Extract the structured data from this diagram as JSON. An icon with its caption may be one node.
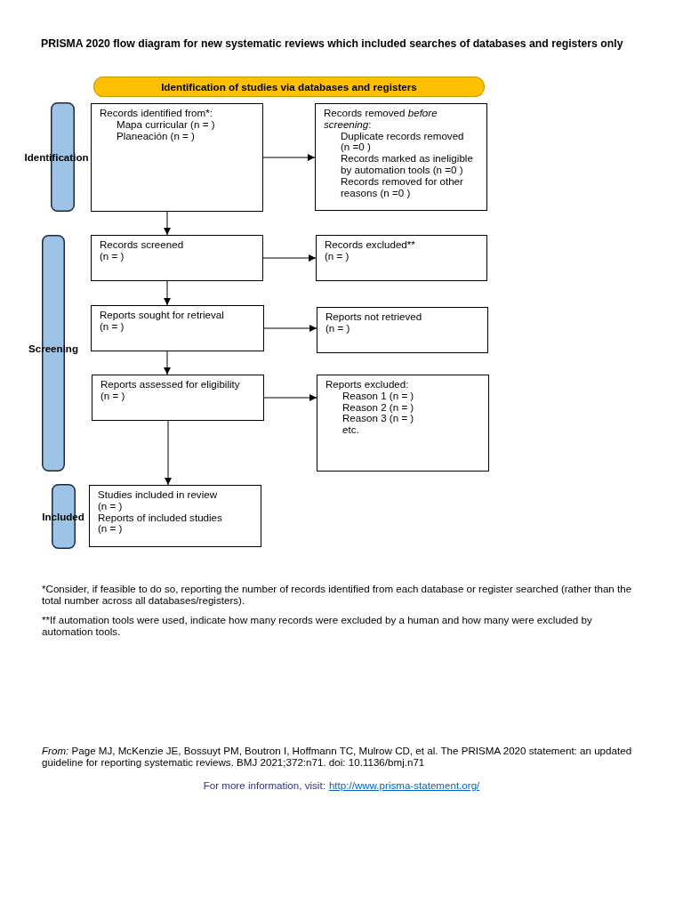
{
  "diagram": {
    "title": "PRISMA 2020 flow diagram for new systematic reviews which included searches of databases and registers only",
    "nodes": [
      {
        "text": [
          "Identification of studies via databases and registers"
        ]
      },
      {
        "text": [
          "Identification"
        ]
      },
      {
        "text": [
          "Records identified from*:",
          "Mapa curricular (n = )",
          "Planeación (n = )"
        ]
      },
      {
        "text": [
          "Records removed *before screening*:",
          "Duplicate records removed (n =0 )",
          "Records marked as ineligible by automation tools (n =0 )",
          "Records removed for other reasons (n =0 )"
        ]
      },
      {
        "text": [
          "Screening"
        ]
      },
      {
        "text": [
          "Records screened",
          "(n = )"
        ]
      },
      {
        "text": [
          "Records excluded**",
          "(n = )"
        ]
      },
      {
        "text": [
          "Reports sought for retrieval",
          "(n = )"
        ]
      },
      {
        "text": [
          "Reports not retrieved",
          "(n = )"
        ]
      },
      {
        "text": [
          "Reports assessed for eligibility",
          "(n = )"
        ]
      },
      {
        "text": [
          "Reports excluded:",
          "Reason 1 (n = )",
          "Reason 2 (n = )",
          "Reason 3 (n = )",
          "etc."
        ]
      },
      {
        "text": [
          "Included"
        ]
      },
      {
        "text": [
          "Studies included in review",
          "(n = )",
          "Reports of included studies",
          "(n = )"
        ]
      }
    ],
    "edges": [
      {
        "from": 2,
        "to": 3,
        "arrow": "to"
      },
      {
        "from": 2,
        "to": 5,
        "arrow": "to"
      },
      {
        "from": 5,
        "to": 6,
        "arrow": "to"
      },
      {
        "from": 5,
        "to": 7,
        "arrow": "to"
      },
      {
        "from": 7,
        "to": 8,
        "arrow": "to"
      },
      {
        "from": 7,
        "to": 9,
        "arrow": "to"
      },
      {
        "from": 9,
        "to": 10,
        "arrow": "to"
      },
      {
        "from": 9,
        "to": 12,
        "arrow": "to"
      }
    ],
    "labels": [
      "*Consider, if feasible to do so, reporting the number of records identified from each database or register searched (rather than the total number across all databases/registers).",
      "**If automation tools were used, indicate how many records were excluded by a human and how many were excluded by automation tools.",
      "*From:* Page MJ, McKenzie JE, Bossuyt PM, Boutron I, Hoffmann TC, Mulrow CD, et al. The PRISMA 2020 statement: an updated guideline for reporting systematic reviews. BMJ 2021;372:n71. doi: 10.1136/bmj.n71",
      "For more information, visit:",
      "http://www.prisma-statement.org/"
    ]
  }
}
